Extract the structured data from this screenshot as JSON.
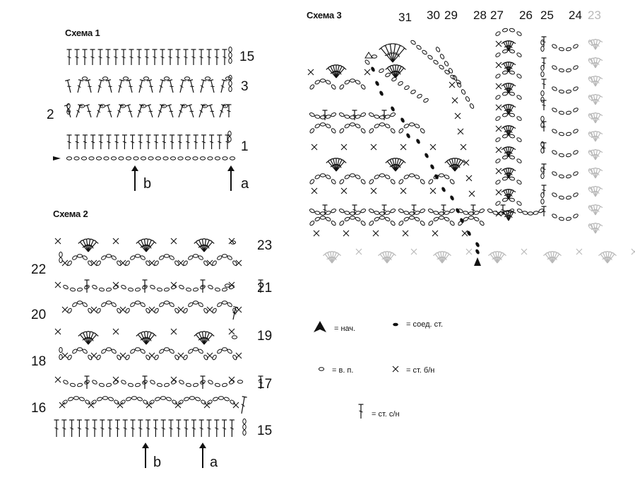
{
  "schemes": {
    "s1": {
      "title": "Схема 1",
      "row_numbers": [
        "15",
        "3",
        "2",
        "1"
      ],
      "arrows": [
        "b",
        "a"
      ]
    },
    "s2": {
      "title": "Схема 2",
      "row_numbers": [
        "23",
        "22",
        "21",
        "20",
        "19",
        "18",
        "17",
        "16",
        "15"
      ],
      "arrows": [
        "b",
        "a"
      ]
    },
    "s3": {
      "title": "Схема 3",
      "column_numbers": [
        "31",
        "30",
        "29",
        "28",
        "27",
        "26",
        "25",
        "24",
        "23"
      ]
    }
  },
  "legend": {
    "start": "= нач.",
    "slip": "= соед. ст.",
    "chain": "= в. п.",
    "sc": "= ст. б/н",
    "dc": "= ст. с/н"
  },
  "colors": {
    "ink": "#111111",
    "faded": "#b8b8b8"
  }
}
